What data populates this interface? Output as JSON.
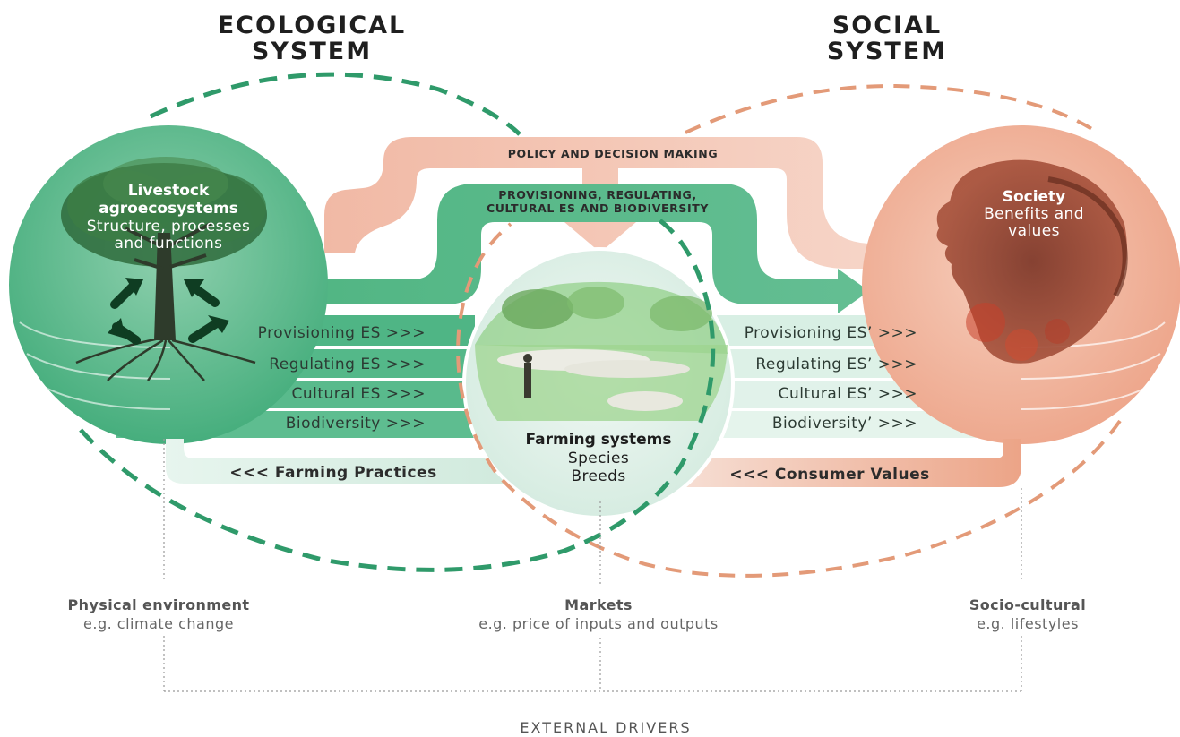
{
  "titles": {
    "ecological_line1": "ECOLOGICAL",
    "ecological_line2": "SYSTEM",
    "social_line1": "SOCIAL",
    "social_line2": "SYSTEM"
  },
  "arrows": {
    "policy": "POLICY AND DECISION MAKING",
    "es_line1": "PROVISIONING, REGULATING,",
    "es_line2": "CULTURAL ES AND BIODIVERSITY"
  },
  "livestock": {
    "title_line1": "Livestock",
    "title_line2": "agroecosystems",
    "sub_line1": "Structure, processes",
    "sub_line2": "and functions"
  },
  "society": {
    "title": "Society",
    "sub_line1": "Benefits and",
    "sub_line2": "values"
  },
  "farming": {
    "title": "Farming systems",
    "line1": "Species",
    "line2": "Breeds"
  },
  "left_bands": [
    "Provisioning ES >>>",
    "Regulating ES >>>",
    "Cultural ES >>>",
    "Biodiversity >>>"
  ],
  "right_bands": [
    "Provisioning ES’ >>>",
    "Regulating ES’ >>>",
    "Cultural ES’ >>>",
    "Biodiversity’ >>>"
  ],
  "feedback": {
    "farming_practices": "<<< Farming Practices",
    "consumer_values": "<<< Consumer Values"
  },
  "drivers": {
    "physical_title": "Physical environment",
    "physical_sub": "e.g. climate change",
    "markets_title": "Markets",
    "markets_sub": "e.g. price of inputs and outputs",
    "socio_title": "Socio-cultural",
    "socio_sub": "e.g. lifestyles",
    "external": "EXTERNAL DRIVERS"
  },
  "colors": {
    "green": "#4fb585",
    "green_light": "#d6eee3",
    "salmon": "#e99a80",
    "salmon_light": "#f6dccf",
    "green_dash": "#2f9a6a",
    "salmon_dash": "#e39a78"
  }
}
